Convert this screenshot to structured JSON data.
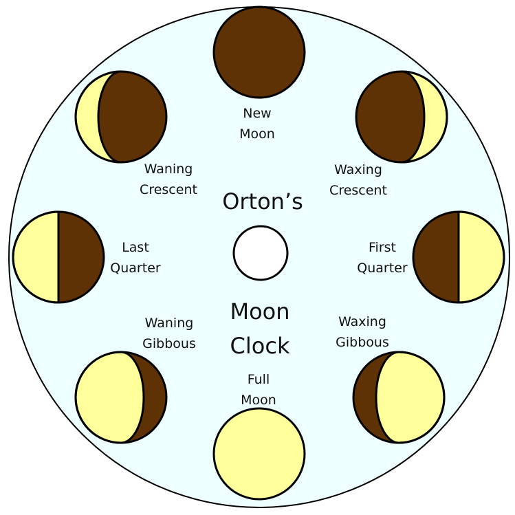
{
  "title": {
    "line1": "Orton’s",
    "line2": "Moon",
    "line3": "Clock"
  },
  "colors": {
    "dark": "#5e3204",
    "light": "#ffff9c",
    "background": "#eeffff",
    "center": "#ffffff",
    "outline": "#000000"
  },
  "phases": [
    {
      "name": "New Moon",
      "line1": "New",
      "line2": "Moon",
      "lit_fraction": 0,
      "lit_side": "none"
    },
    {
      "name": "Waxing Crescent",
      "line1": "Waxing",
      "line2": "Crescent",
      "lit_fraction": 0.25,
      "lit_side": "right"
    },
    {
      "name": "First Quarter",
      "line1": "First",
      "line2": "Quarter",
      "lit_fraction": 0.5,
      "lit_side": "right"
    },
    {
      "name": "Waxing Gibbous",
      "line1": "Waxing",
      "line2": "Gibbous",
      "lit_fraction": 0.75,
      "lit_side": "right"
    },
    {
      "name": "Full Moon",
      "line1": "Full",
      "line2": "Moon",
      "lit_fraction": 1,
      "lit_side": "all"
    },
    {
      "name": "Waning Gibbous",
      "line1": "Waning",
      "line2": "Gibbous",
      "lit_fraction": 0.75,
      "lit_side": "left"
    },
    {
      "name": "Last Quarter",
      "line1": "Last",
      "line2": "Quarter",
      "lit_fraction": 0.5,
      "lit_side": "left"
    },
    {
      "name": "Waning Crescent",
      "line1": "Waning",
      "line2": "Crescent",
      "lit_fraction": 0.25,
      "lit_side": "left"
    }
  ]
}
